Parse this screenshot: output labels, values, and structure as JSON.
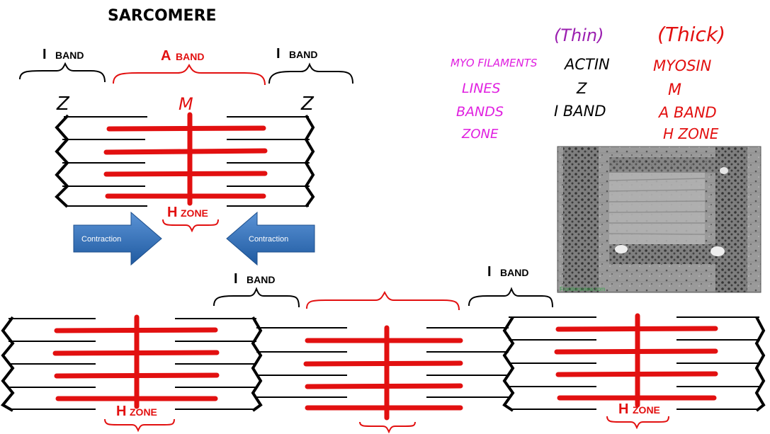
{
  "title": "SARCOMERE",
  "top": {
    "i_band_left": [
      "I",
      "BAND"
    ],
    "a_band": [
      "A",
      "BAND"
    ],
    "i_band_right": [
      "I",
      "BAND"
    ],
    "z_left": "Z",
    "m": "M",
    "z_right": "Z",
    "h_zone": [
      "H",
      "ZONE"
    ]
  },
  "arrows": {
    "left": "Contraction",
    "right": "Contraction"
  },
  "table": {
    "col_thin": "(Thin)",
    "col_thick": "(Thick)",
    "rows": [
      {
        "label": "MYO FILAMENTS",
        "thin": "ACTIN",
        "thick": "MYOSIN"
      },
      {
        "label": "LINES",
        "thin": "Z",
        "thick": "M"
      },
      {
        "label": "BANDS",
        "thin": "I BAND",
        "thick": "A BAND"
      },
      {
        "label": "ZONE",
        "thin": "",
        "thick": "H ZONE"
      }
    ]
  },
  "micrograph": {
    "credit": "Frontiersview.com"
  },
  "bottom": {
    "i_band_1": [
      "I",
      "BAND"
    ],
    "i_band_2": [
      "I",
      "BAND"
    ],
    "h_zone_left": [
      "H",
      "ZONE"
    ],
    "h_zone_right": [
      "H",
      "ZONE"
    ]
  },
  "colors": {
    "thick": "#e21010",
    "thin": "#000000",
    "magenta": "#e020e0",
    "purple": "#9b1fb0",
    "arrow": "#2e6db5"
  }
}
